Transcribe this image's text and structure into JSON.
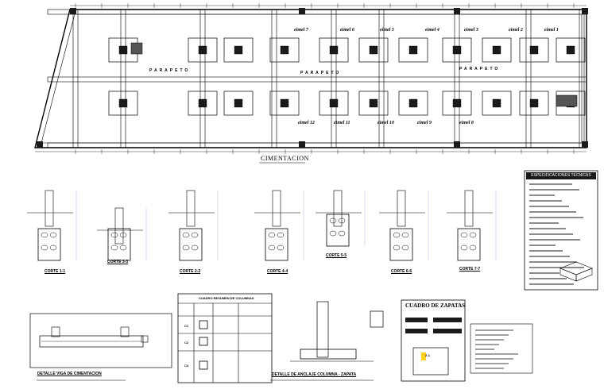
{
  "plan": {
    "title": "CIMENTACION",
    "parapeto_labels": [
      "PARAPETO",
      "PARAPETO",
      "PARAPETO"
    ],
    "column_labels_top": [
      "eimel 7",
      "eimel 6",
      "eimel 5",
      "eimel 4",
      "eimel 3",
      "eimel 2",
      "eimel 1"
    ],
    "column_labels_bottom": [
      "eimel 12",
      "eimel 11",
      "eimel 10",
      "eimel 9",
      "eimel 8"
    ]
  },
  "sections": [
    "CORTE 1-1",
    "CORTE 3-3",
    "CORTE 2-2",
    "CORTE 4-4",
    "CORTE 5-5",
    "CORTE 6-6",
    "CORTE 7-7"
  ],
  "tables": {
    "specs_title": "ESPECIFICACIONES TECNICAS",
    "columns_title": "CUADRO RESUMEN DE COLUMNAS",
    "columns_rows": [
      "C1",
      "C2",
      "C3"
    ],
    "zapatas_title": "CUADRO DE ZAPATAS",
    "zapata_tag": "Z-1"
  },
  "details": {
    "viga": "DETALLE VIGA DE CIMENTACION",
    "anclaje": "DETALLE DE ANCLAJE COLUMNA - ZAPATA"
  },
  "colors": {
    "line": "#000000",
    "fill_dark": "#1a1a1a",
    "accent": "#ffd21f",
    "paper": "#ffffff"
  }
}
